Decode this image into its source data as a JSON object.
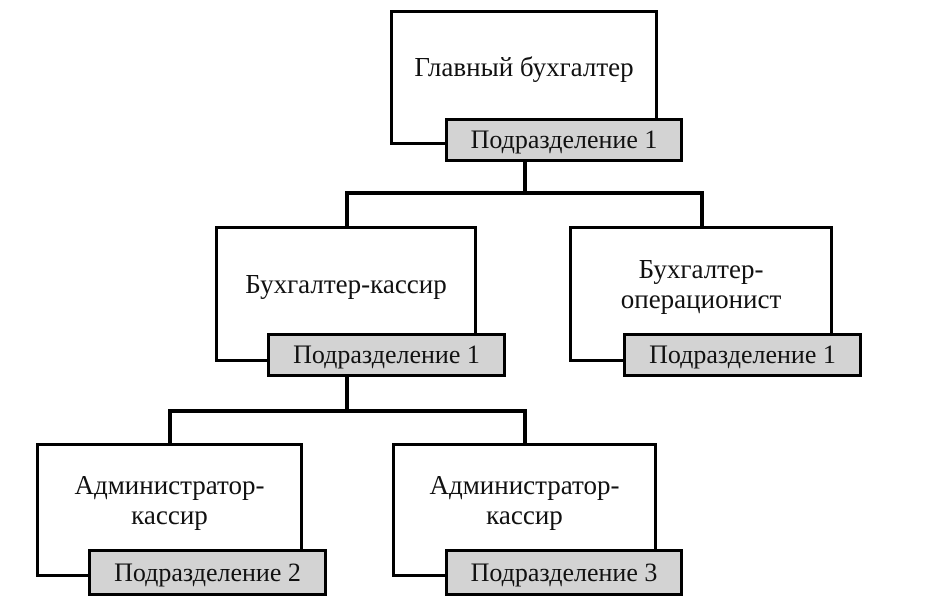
{
  "diagram": {
    "type": "org-chart",
    "language": "ru",
    "colors": {
      "background": "#ffffff",
      "box_fill": "#ffffff",
      "border": "#000000",
      "badge_fill": "#d3d3d3",
      "connector": "#000000",
      "text": "#111111"
    },
    "nodes": {
      "chief": {
        "title": "Главный бухгалтер",
        "badge": "Подразделение 1"
      },
      "cashier": {
        "title": "Бухгалтер-кассир",
        "badge": "Подразделение 1"
      },
      "operationist": {
        "title_line1": "Бухгалтер-",
        "title_line2": "операционист",
        "badge": "Подразделение 1"
      },
      "admin2": {
        "title_line1": "Администратор-",
        "title_line2": "кассир",
        "badge": "Подразделение 2"
      },
      "admin3": {
        "title_line1": "Администратор-",
        "title_line2": "кассир",
        "badge": "Подразделение 3"
      }
    },
    "edges": [
      {
        "from": "chief",
        "to": "cashier"
      },
      {
        "from": "chief",
        "to": "operationist"
      },
      {
        "from": "cashier",
        "to": "admin2"
      },
      {
        "from": "cashier",
        "to": "admin3"
      }
    ]
  }
}
